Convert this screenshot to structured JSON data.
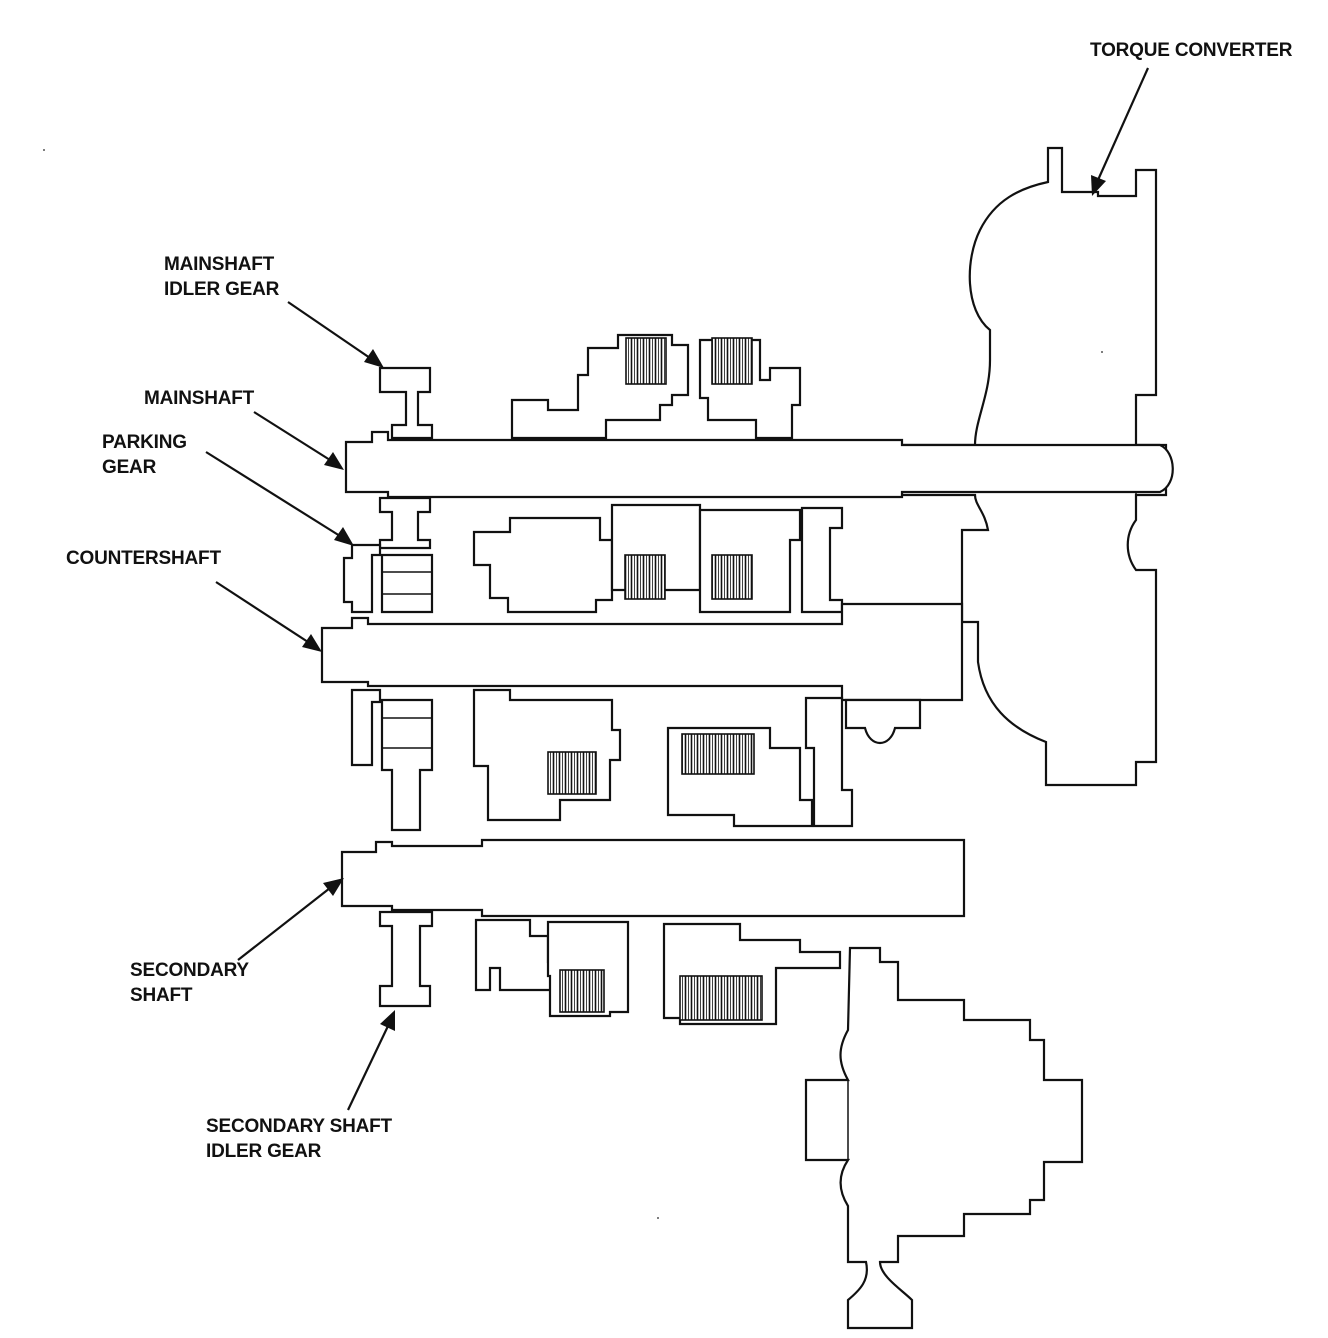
{
  "labels": {
    "torque_converter": "TORQUE CONVERTER",
    "mainshaft_idler_gear": [
      "MAINSHAFT",
      "IDLER GEAR"
    ],
    "mainshaft": "MAINSHAFT",
    "parking_gear": [
      "PARKING",
      "GEAR"
    ],
    "countershaft": "COUNTERSHAFT",
    "secondary_shaft": [
      "SECONDARY",
      "SHAFT"
    ],
    "secondary_shaft_idler_gear": [
      "SECONDARY SHAFT",
      "IDLER GEAR"
    ]
  },
  "colors": {
    "ink": "#111111",
    "paper": "#ffffff"
  }
}
